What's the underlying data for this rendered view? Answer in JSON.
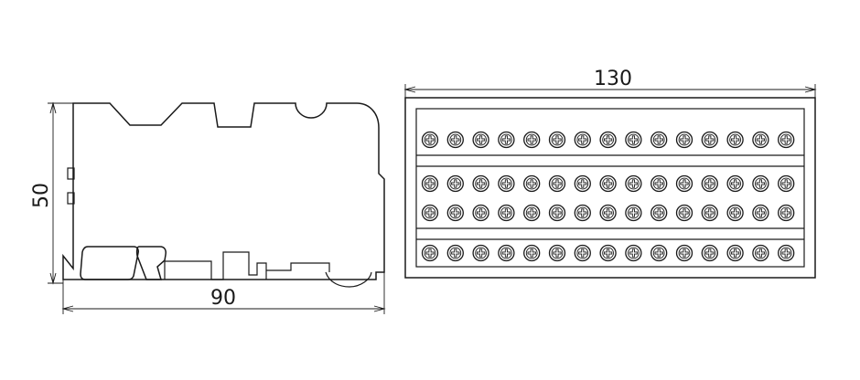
{
  "dimensions": {
    "height_label": "50",
    "depth_label": "90",
    "width_label": "130"
  },
  "terminal_block": {
    "screw_rows": 4,
    "screws_per_row": 15
  },
  "colors": {
    "line": "#1a1a1a",
    "background": "#ffffff"
  },
  "icons": {
    "screw": "phillips-screw-icon"
  }
}
